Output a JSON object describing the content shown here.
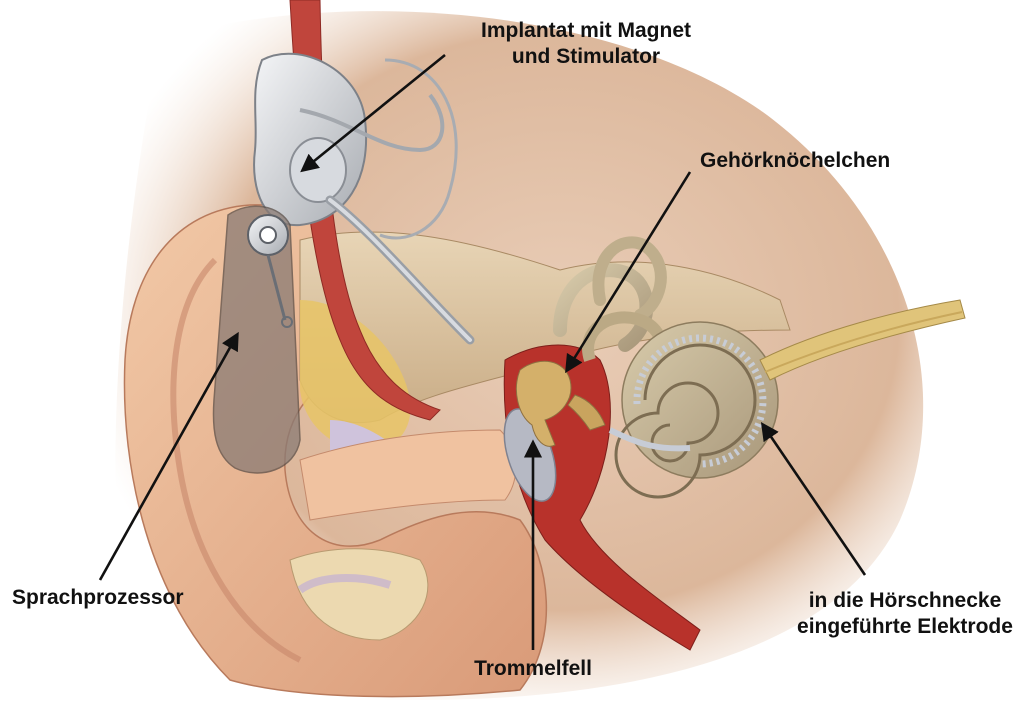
{
  "labels": {
    "implant_line1": "Implantat mit Magnet",
    "implant_line2": "und Stimulator",
    "ossicles": "Gehörknöchelchen",
    "speech_processor": "Sprachprozessor",
    "electrode_line1": "in die Hörschnecke",
    "electrode_line2": "eingeführte Elektrode",
    "eardrum": "Trommelfell"
  }
}
